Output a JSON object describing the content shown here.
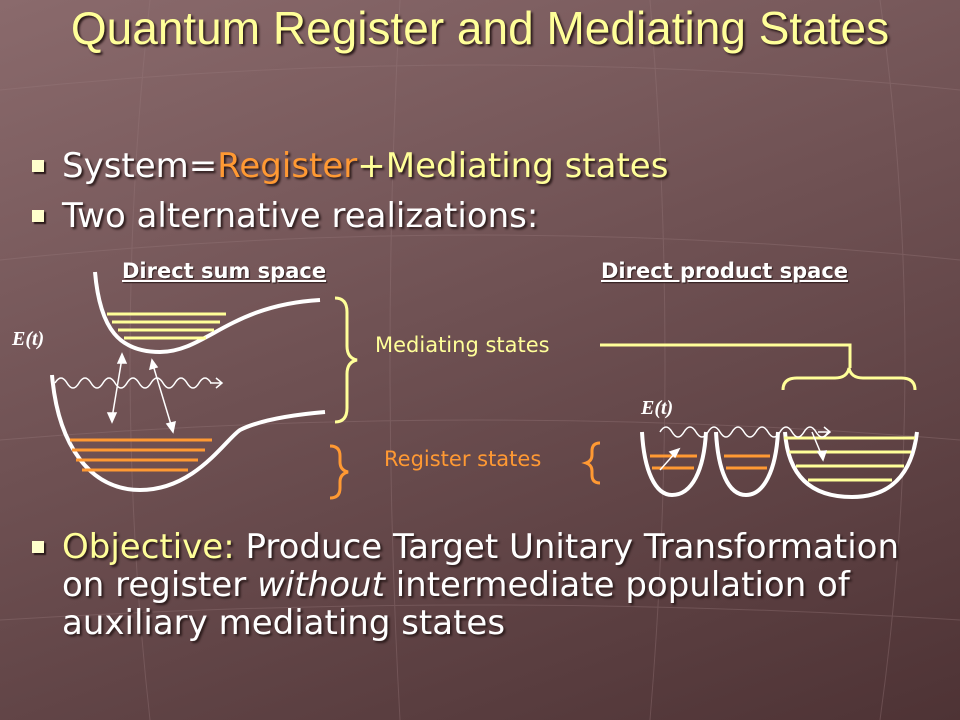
{
  "slide": {
    "title": "Quantum Register and Mediating States",
    "bullets": {
      "b1_part1": "System=",
      "b1_part2": "Register",
      "b1_part3": "+Mediating states",
      "b2": "Two alternative realizations:",
      "b3_label": "Objective:",
      "b3_text1": " Produce Target Unitary Transformation on register ",
      "b3_italic": "without",
      "b3_text2": " intermediate population of auxiliary mediating states"
    },
    "diagram": {
      "left_heading": "Direct sum space",
      "right_heading": "Direct product space",
      "field_label_left": "E(t)",
      "field_label_right": "E(t)",
      "mediating_label": "Mediating states",
      "register_label": "Register states"
    },
    "colors": {
      "title": "#ffff99",
      "register": "#ff9933",
      "mediating": "#ffff99",
      "text": "#ffffff"
    }
  }
}
